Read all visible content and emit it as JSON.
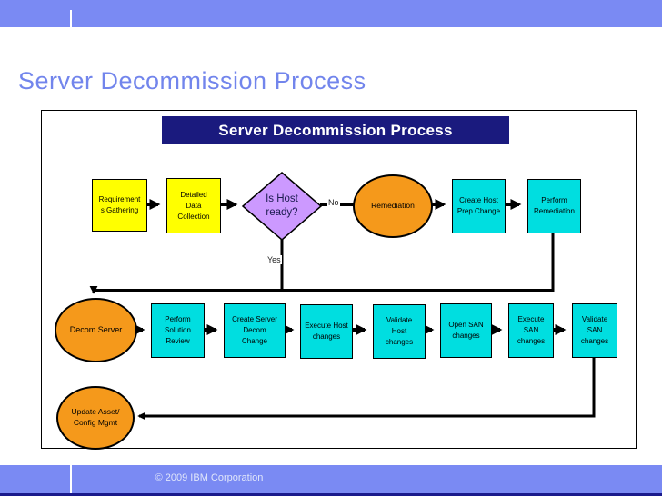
{
  "slide": {
    "title": "Server Decommission Process",
    "footer": "© 2009 IBM Corporation"
  },
  "diagram": {
    "banner_title": "Server Decommission Process",
    "nodes": {
      "requirements_gathering": "Requirement\ns Gathering",
      "detailed_data_collection": "Detailed\nData\nCollection",
      "is_host_ready": "Is Host\nready?",
      "remediation": "Remediation",
      "create_host_prep_change": "Create Host\nPrep Change",
      "perform_remediation": "Perform\nRemediation",
      "decom_server": "Decom Server",
      "perform_solution_review": "Perform\nSolution\nReview",
      "create_server_decom_change": "Create Server\nDecom\nChange",
      "execute_host_changes": "Execute Host\nchanges",
      "validate_host_changes": "Validate\nHost\nchanges",
      "open_san_changes": "Open SAN\nchanges",
      "execute_san_changes": "Execute\nSAN\nchanges",
      "validate_san_changes": "Validate\nSAN\nchanges",
      "update_asset_config_mgmt": "Update Asset/\nConfig Mgmt"
    },
    "labels": {
      "no": "No",
      "yes": "Yes"
    }
  },
  "colors": {
    "bar_blue": "#7A8AF3",
    "title_blue": "#7285EC",
    "banner_navy": "#1A1A7E",
    "box_yellow": "#FFFF00",
    "diamond_purple": "#CC99FF",
    "circle_orange": "#F5991B",
    "box_cyan": "#00DEE0",
    "edge_navy": "#1A1A8C"
  }
}
